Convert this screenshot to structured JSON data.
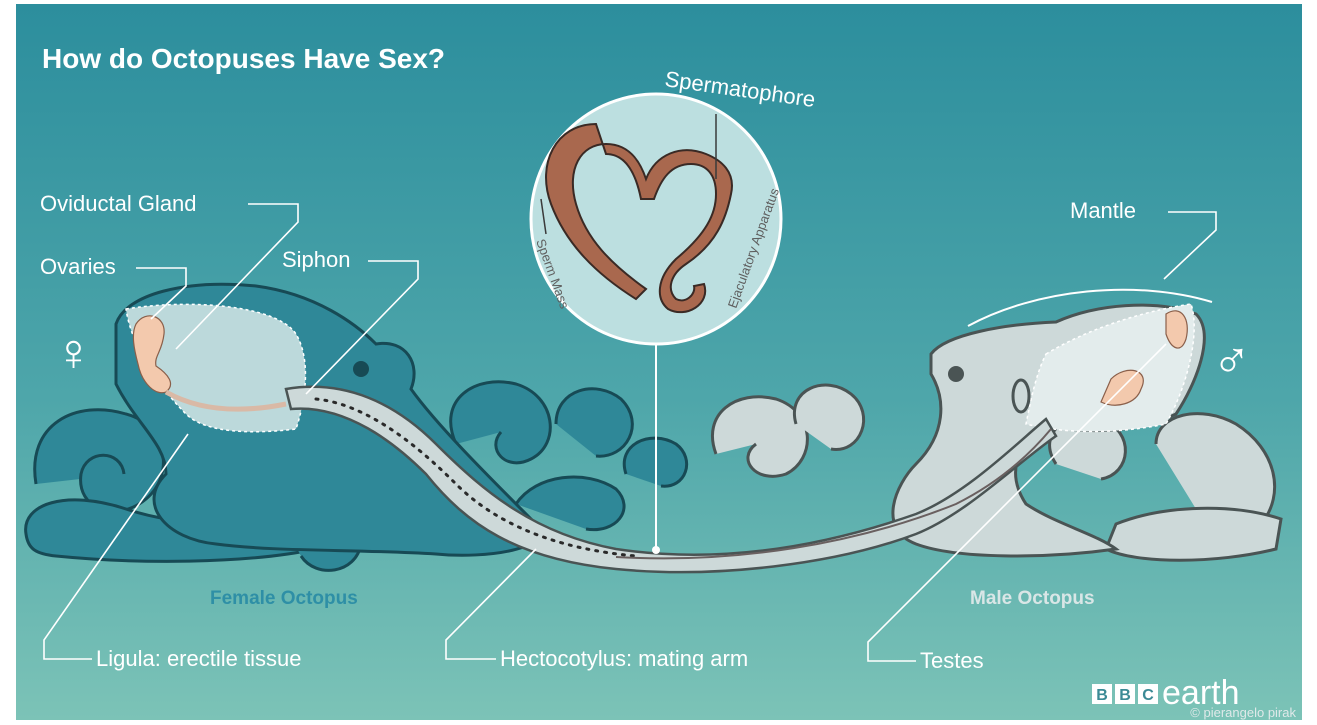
{
  "title": "How do Octopuses Have Sex?",
  "labels": {
    "oviductal_gland": "Oviductal Gland",
    "ovaries": "Ovaries",
    "siphon": "Siphon",
    "spermatophore": "Spermatophore",
    "sperm_mass": "Sperm Mass",
    "ejaculatory_apparatus": "Ejaculatory Apparatus",
    "mantle": "Mantle",
    "ligula": "Ligula: erectile tissue",
    "hectocotylus": "Hectocotylus: mating arm",
    "testes": "Testes"
  },
  "names": {
    "female": "Female Octopus",
    "male": "Male Octopus"
  },
  "symbols": {
    "female": "♀",
    "male": "♂"
  },
  "brand": {
    "bbc_letters": [
      "B",
      "B",
      "C"
    ],
    "earth": "earth"
  },
  "credit": "© pierangelo pirak",
  "colors": {
    "background_top": "#2d8f9e",
    "background_bottom": "#78c0b6",
    "female_body": "#2f8898",
    "female_outline": "#174a55",
    "male_body": "#cdd9d9",
    "organ": "#f3c9ad",
    "spermatophore": "#a9684e"
  }
}
